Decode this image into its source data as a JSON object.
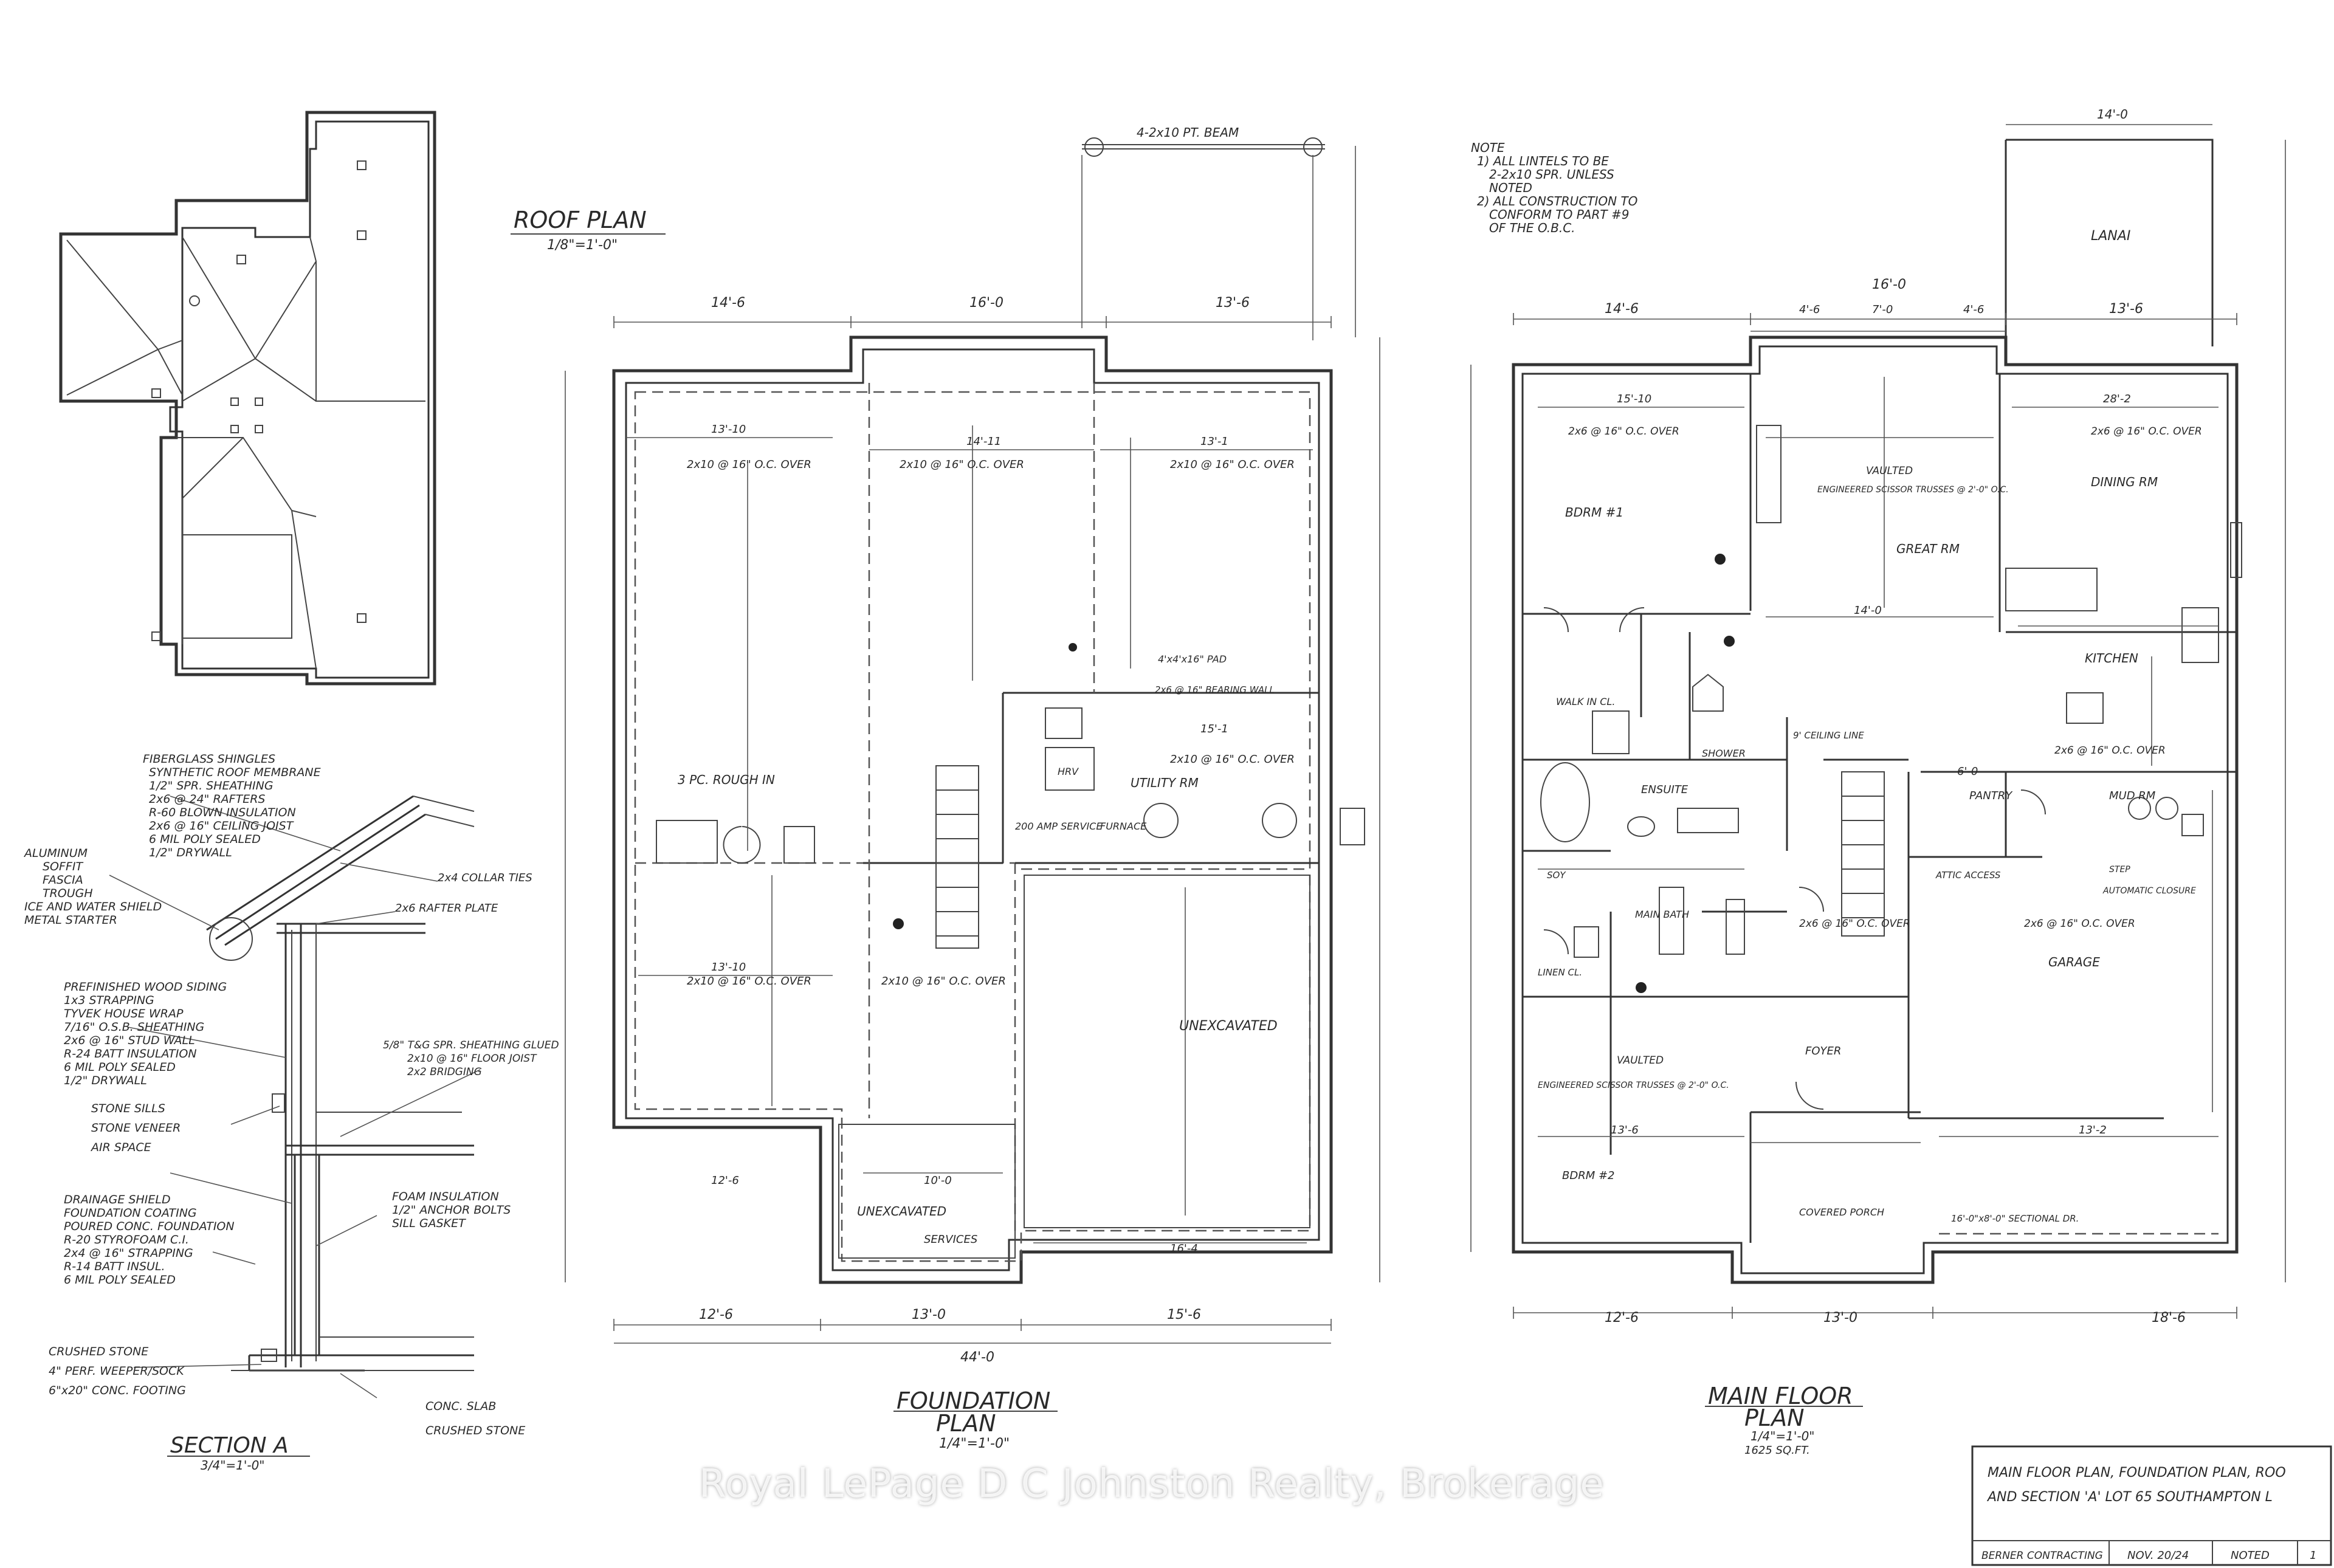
{
  "roof_plan": {
    "title": "ROOF PLAN",
    "scale": "1/8\"=1'-0\""
  },
  "foundation_plan": {
    "title": "FOUNDATION",
    "title2": "PLAN",
    "scale": "1/4\"=1'-0\"",
    "beam": "4-2x10 PT. BEAM",
    "joists": [
      "2x10 @ 16\" O.C. OVER",
      "2x10 @ 16\" O.C. OVER",
      "2x10 @ 16\" O.C. OVER",
      "2x10 @ 16\" O.C. OVER",
      "2x10 @ 16\" O.C. OVER",
      "2x10 @ 16\" O.C. OVER"
    ],
    "rooms": {
      "rough_in": "3 PC. ROUGH IN",
      "utility": "UTILITY RM",
      "service": "200 AMP SERVICE",
      "furnace": "FURNACE",
      "hrv": "HRV",
      "unexcavated_1": "UNEXCAVATED",
      "unexcavated_2": "UNEXCAVATED",
      "services": "SERVICES",
      "pad": "4'x4'x16\" PAD",
      "bearing": "2x6 @ 16\" BEARING WALL"
    },
    "dims_top": [
      "14'-6",
      "16'-0",
      "13'-6"
    ],
    "dims_bottom": [
      "12'-6",
      "13'-0",
      "15'-6"
    ],
    "overall": "44'-0",
    "dims_inner": [
      "13'-10",
      "14'-11",
      "13'-1",
      "15'-1",
      "13'-10",
      "12'-6",
      "10'-0",
      "16'-4"
    ]
  },
  "main_floor_plan": {
    "title": "MAIN FLOOR",
    "title2": "PLAN",
    "scale": "1/4\"=1'-0\"",
    "area": "1625 SQ.FT.",
    "notes": [
      "NOTE",
      "1) ALL LINTELS TO BE",
      "2-2x10 SPR. UNLESS",
      "NOTED",
      "2) ALL CONSTRUCTION TO",
      "CONFORM TO PART #9",
      "OF THE O.B.C."
    ],
    "rooms": {
      "lanai": "LANAI",
      "bdrm1": "BDRM #1",
      "great": "GREAT RM",
      "dining": "DINING RM",
      "kitchen": "KITCHEN",
      "wic": "WALK IN CL.",
      "ensuite": "ENSUITE",
      "shower": "SHOWER",
      "main_bath": "MAIN BATH",
      "linen": "LINEN CL.",
      "pantry": "PANTRY",
      "mud": "MUD RM",
      "garage": "GARAGE",
      "foyer": "FOYER",
      "bdrm2": "BDRM #2",
      "porch": "COVERED PORCH",
      "attic": "ATTIC ACCESS",
      "vaulted_1": "VAULTED",
      "vaulted_2": "VAULTED",
      "trusses_1": "ENGINEERED SCISSOR TRUSSES @ 2'-0\" O.C.",
      "trusses_2": "ENGINEERED SCISSOR TRUSSES @ 2'-0\" O.C.",
      "garage_door": "16'-0\"x8'-0\" SECTIONAL DR.",
      "soy": "SOY",
      "ceiling": "9' CEILING LINE",
      "step": "STEP",
      "closure": "AUTOMATIC CLOSURE"
    },
    "dims_top": [
      "14'-6",
      "16'-0",
      "13'-6"
    ],
    "dims_top2": [
      "4'-6",
      "7'-0",
      "4'-6"
    ],
    "lanai_width": "14'-0",
    "dims_bottom": [
      "12'-6",
      "13'-0",
      "18'-6"
    ],
    "joists": [
      "2x6 @ 16\" O.C. OVER",
      "2x6 @ 16\" O.C. OVER",
      "2x6 @ 16\" O.C. OVER",
      "2x6 @ 16\" O.C. OVER",
      "2x6 @ 16\" O.C. OVER"
    ],
    "dims_inner": [
      "15'-10",
      "14'-0",
      "28'-2",
      "13'-6",
      "6'-0",
      "13'-2"
    ]
  },
  "section_a": {
    "title": "SECTION A",
    "scale": "3/4\"=1'-0\"",
    "roof_layers": [
      "FIBERGLASS SHINGLES",
      "SYNTHETIC ROOF MEMBRANE",
      "1/2\" SPR. SHEATHING",
      "2x6 @ 24\" RAFTERS",
      "R-60 BLOWN INSULATION",
      "2x6 @ 16\" CEILING JOIST",
      "6 MIL POLY SEALED",
      "1/2\" DRYWALL"
    ],
    "eave": [
      "ALUMINUM",
      "SOFFIT",
      "FASCIA",
      "TROUGH",
      "ICE AND WATER SHIELD",
      "METAL STARTER"
    ],
    "collar": "2x4 COLLAR TIES",
    "rafter_plate": "2x6 RAFTER PLATE",
    "wall_layers": [
      "PREFINISHED WOOD SIDING",
      "1x3 STRAPPING",
      "TYVEK HOUSE WRAP",
      "7/16\" O.S.B. SHEATHING",
      "2x6 @ 16\" STUD WALL",
      "R-24 BATT INSULATION",
      "6 MIL POLY SEALED",
      "1/2\" DRYWALL"
    ],
    "floor": [
      "5/8\" T&G SPR. SHEATHING GLUED",
      "2x10 @ 16\" FLOOR JOIST",
      "2x2 BRIDGING"
    ],
    "stone": [
      "STONE SILLS",
      "STONE VENEER",
      "AIR SPACE"
    ],
    "foundation": [
      "DRAINAGE SHIELD",
      "FOUNDATION COATING",
      "POURED CONC. FOUNDATION",
      "R-20 STYROFOAM C.I.",
      "2x4 @ 16\" STRAPPING",
      "R-14 BATT INSUL.",
      "6 MIL POLY SEALED"
    ],
    "foam": [
      "FOAM INSULATION",
      "1/2\" ANCHOR BOLTS",
      "SILL GASKET"
    ],
    "footing": [
      "CRUSHED STONE",
      "4\" PERF. WEEPER/SOCK",
      "6\"x20\" CONC. FOOTING"
    ],
    "slab": [
      "CONC. SLAB",
      "CRUSHED STONE"
    ]
  },
  "title_block": {
    "line1": "MAIN FLOOR PLAN, FOUNDATION PLAN, ROO",
    "line2": "AND SECTION 'A'  LOT 65 SOUTHAMPTON L",
    "builder": "BERNER CONTRACTING",
    "date": "NOV. 20/24",
    "scale": "NOTED",
    "sheet": "1"
  },
  "watermark": "Royal LePage D C Johnston Realty, Brokerage"
}
